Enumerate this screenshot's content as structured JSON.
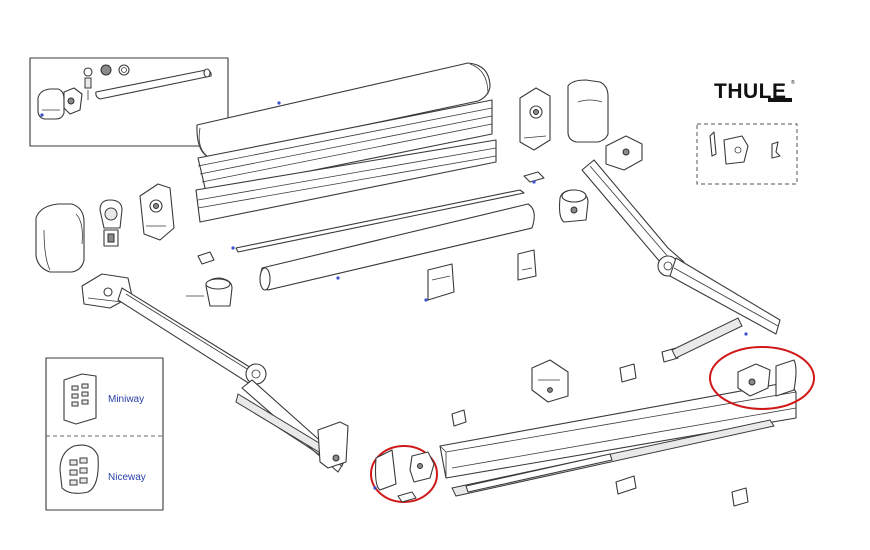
{
  "brand": {
    "name": "THULE",
    "registered_mark": "®"
  },
  "remotes": [
    {
      "label": "Miniway"
    },
    {
      "label": "Niceway"
    }
  ],
  "callout_color": "#d01818",
  "remote_label_color": "#2a3fa8"
}
